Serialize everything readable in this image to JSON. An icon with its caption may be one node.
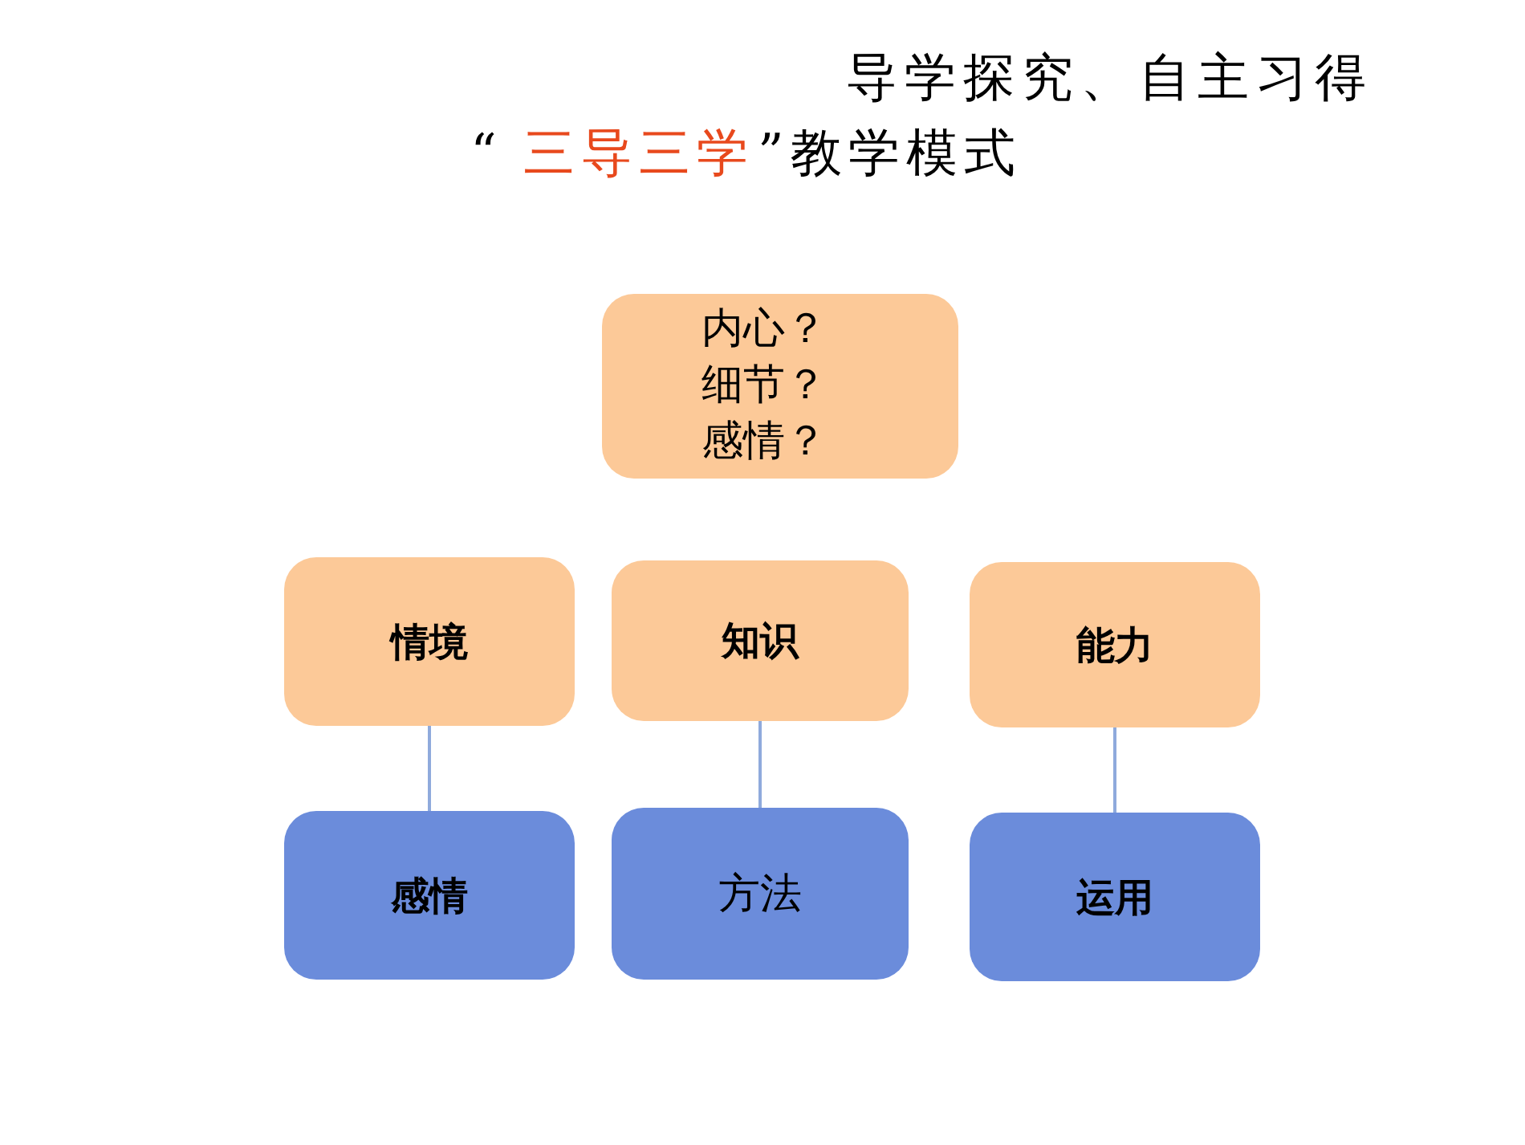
{
  "diagram": {
    "title": "导学探究、自主习得",
    "nodes": [
      {
        "text": [
          "内心？",
          "细节？",
          "感情？"
        ]
      },
      {
        "text": [
          "情境"
        ]
      },
      {
        "text": [
          "知识"
        ]
      },
      {
        "text": [
          "能力"
        ]
      },
      {
        "text": [
          "感情"
        ]
      },
      {
        "text": [
          "方法"
        ]
      },
      {
        "text": [
          "运用"
        ]
      }
    ],
    "edges": [
      {
        "from": 1,
        "to": 4,
        "arrow": "none"
      },
      {
        "from": 2,
        "to": 5,
        "arrow": "none"
      },
      {
        "from": 3,
        "to": 6,
        "arrow": "none"
      }
    ],
    "labels": [
      "“",
      "三导三学",
      "”教学模式"
    ]
  }
}
